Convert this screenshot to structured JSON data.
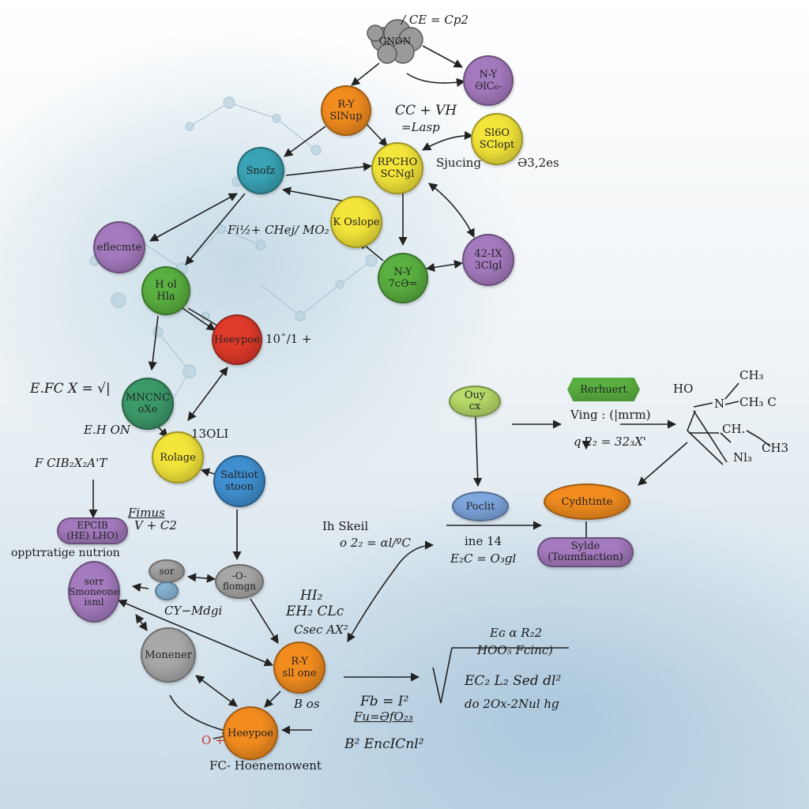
{
  "colors": {
    "orange": "#f28c1f",
    "purple": "#a57bbf",
    "yellow": "#f3e53a",
    "teal": "#3aa4b6",
    "green": "#5ab040",
    "red": "#e03a2a",
    "darkgreen": "#3c9a6a",
    "blue": "#3f8fd0",
    "lightblue": "#7fa8e0",
    "lime": "#b9dc6a",
    "gray": "#a8a8a8",
    "arrow": "#222222"
  },
  "nodes": {
    "cloud": "GNON",
    "top_purple": [
      "N-Y",
      "ƏlC₆-"
    ],
    "top_orange": [
      "R-Y",
      "SlNup"
    ],
    "teal": "Snofz",
    "yellow_mid": [
      "RPCHO",
      "SCNgl"
    ],
    "yellow_right": [
      "Sl6O",
      "SClopt"
    ],
    "yellow_k": "K Oslope",
    "purple_right": [
      "42-IX",
      "3Clgl"
    ],
    "green_ny": [
      "N-Y",
      "7cƏ="
    ],
    "purple_left": "eflecmte",
    "green_hol": [
      "H ol",
      "Hla"
    ],
    "red_heypoc": "Heeypoe",
    "darkgreen": [
      "MNCNC",
      "oXe"
    ],
    "yellow_rolage": "Rolage",
    "blue_sattiot": [
      "Saltiiot",
      "stoon"
    ],
    "pill_epcib": [
      "EPCIB",
      "(HE) LHO)"
    ],
    "purple_bottom_left": [
      "sorr",
      "Smoneone",
      "isml"
    ],
    "gray_small": "sor",
    "gray_oval": [
      "-O-",
      "flomgn"
    ],
    "gray_moner": "Monener",
    "orange_bottom": [
      "R-Y",
      "sll one"
    ],
    "orange_last": "Heeypoe",
    "lime_oval": [
      "Ouy",
      "cx"
    ],
    "hex_green": "Rerhuert",
    "blue_oval": "Poclit",
    "orange_oval": "Cydhtinte",
    "purple_pill": [
      "Sylde",
      "(Toumfiaction)"
    ]
  },
  "labels": {
    "ce": "/ CE = Cp2",
    "cc_vh": "CC + VH",
    "lasp": "=Lasp",
    "sjucing": "Sjucing",
    "sz2es": "Ə3,2es",
    "fhmo": "Fi½+ CHej/ MO₂",
    "v10": "10ˆ/1 +",
    "efcx": "E.FC X = √|",
    "ehon": "E.H ON",
    "oli": "13OLI",
    "fcib": "F CIB₂X₂A'T",
    "fimus": "Fimus",
    "vc2": "V + C2",
    "opp": "opptrratige nutrion",
    "cymdgi": "CY−Mdgi",
    "ih_skeil": "Ih Skeil",
    "o22": "o 2₂ = ɑl/ºC",
    "hl": "HI₂",
    "eh2clc": "EH₂ CLc",
    "csecax": "Csec AX²",
    "bos": "B os",
    "o_plus": "O +",
    "fc_hoe": "FC- Hoenemowent",
    "fb": "Fb = I²",
    "fu": "Fu=ƏfO₂₃",
    "b2": "B² EncICnl²",
    "ine14": "ine 14",
    "e2c": "E₂C = O₃ɡl",
    "ving": "Ving : (|mrm)",
    "q22": "q 2₂ = 32₃X'",
    "eg": "Eɢ ɑ R₂2",
    "hoo": "HOO₅ Fcinc)",
    "ecl": "EC₂ L₂ Sed dl²",
    "do": "do 2Ox-2Nul hɡ",
    "ho": "HO",
    "n": "N",
    "ch3_top": "CH₃",
    "ch3c": "CH₃ C",
    "ch": "CH.",
    "ch3_right": "CH3",
    "nl3": "Nl₃"
  }
}
